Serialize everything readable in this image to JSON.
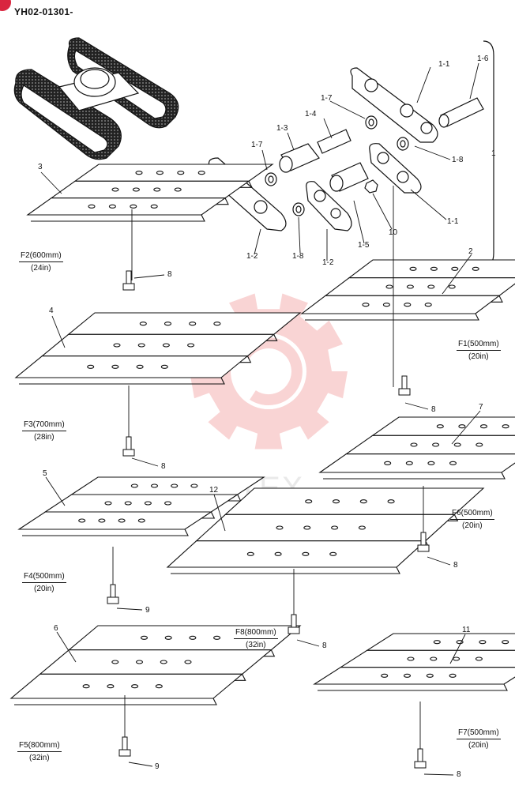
{
  "header": {
    "code": "YH02-01301-"
  },
  "colors": {
    "watermark": "#f7c6c6",
    "badge": "#d9253f",
    "line": "#111111"
  },
  "watermark": {
    "text": "ИНТЕХ"
  },
  "callouts": {
    "c1_1a": "1-1",
    "c1_6": "1-6",
    "c1_7a": "1-7",
    "c1_4": "1-4",
    "c1_3": "1-3",
    "c1_7b": "1-7",
    "c1_8a": "1-8",
    "c1": "1",
    "c1_1b": "1-1",
    "c10": "10",
    "c1_5": "1-5",
    "c1_2a": "1-2",
    "c1_8b": "1-8",
    "c1_2b": "1-2",
    "c2": "2",
    "c3": "3",
    "c4": "4",
    "c5": "5",
    "c6": "6",
    "c7": "7",
    "c11": "11",
    "c12": "12",
    "b8a": "8",
    "b8b": "8",
    "b8c": "8",
    "b8d": "8",
    "b8e": "8",
    "b8f": "8",
    "b9a": "9",
    "b9b": "9"
  },
  "sizes": {
    "f1": {
      "metric": "F1(500mm)",
      "inch": "(20in)"
    },
    "f2": {
      "metric": "F2(600mm)",
      "inch": "(24in)"
    },
    "f3": {
      "metric": "F3(700mm)",
      "inch": "(28in)"
    },
    "f4": {
      "metric": "F4(500mm)",
      "inch": "(20in)"
    },
    "f5": {
      "metric": "F5(800mm)",
      "inch": "(32in)"
    },
    "f6": {
      "metric": "F6(500mm)",
      "inch": "(20in)"
    },
    "f7": {
      "metric": "F7(500mm)",
      "inch": "(20in)"
    },
    "f8": {
      "metric": "F8(800mm)",
      "inch": "(32in)"
    }
  }
}
